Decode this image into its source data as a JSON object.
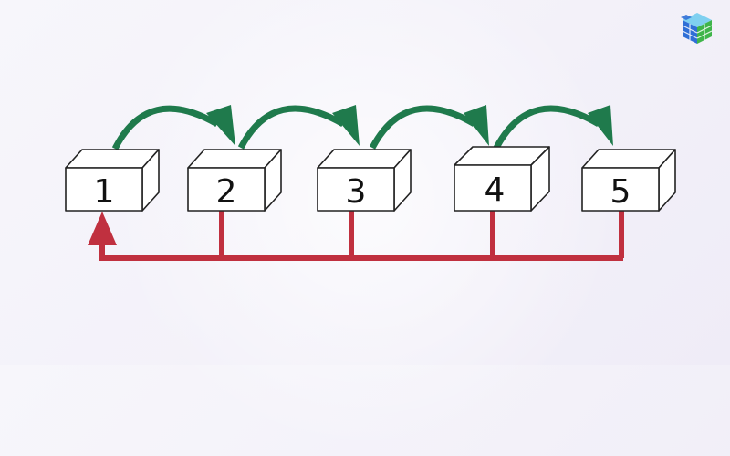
{
  "diagram": {
    "boxes": [
      {
        "label": "1"
      },
      {
        "label": "2"
      },
      {
        "label": "3"
      },
      {
        "label": "4"
      },
      {
        "label": "5"
      }
    ],
    "forward_arrow_color": "#1f7a4c",
    "return_arrow_color": "#c0303f",
    "box_stroke_color": "#222222"
  },
  "logo": {
    "icon": "isometric-cube-stack-logo"
  }
}
